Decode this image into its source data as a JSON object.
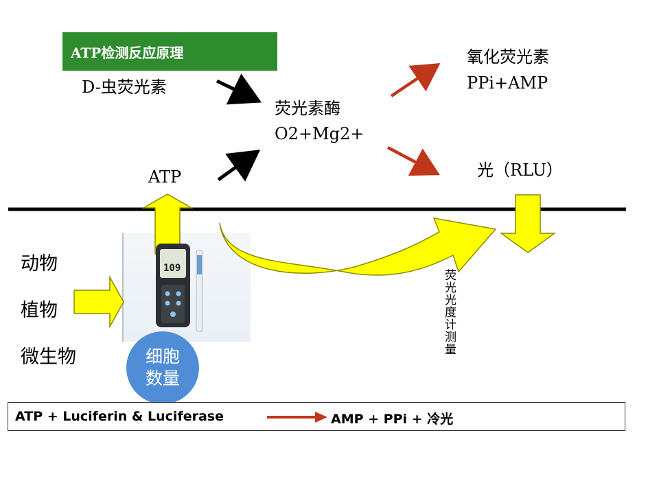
{
  "title": "ATP检测反应原理",
  "reaction": {
    "substrate": "D-虫荧光素",
    "atp": "ATP",
    "enzyme_line1": "荧光素酶",
    "enzyme_line2": "O2+Mg2+",
    "product_line1": "氧化荧光素",
    "product_line2": "PPi+AMP",
    "light": "光（RLU）"
  },
  "sources": [
    "动物",
    "植物",
    "微生物"
  ],
  "cell_count": {
    "line1": "细胞",
    "line2": "数量"
  },
  "meter": {
    "display_value": "109",
    "vertical_label": "荧光光度计测量"
  },
  "equation": {
    "left": "ATP + Luciferin & Luciferase",
    "right": "AMP + PPi + 冷光"
  },
  "colors": {
    "title_bg": "#2e8b2e",
    "arrow_red": "#c0361a",
    "arrow_black": "#000000",
    "block_arrow_fill": "#ffff00",
    "block_arrow_stroke": "#8a8a00",
    "cell_circle": "#4f8ed6"
  }
}
